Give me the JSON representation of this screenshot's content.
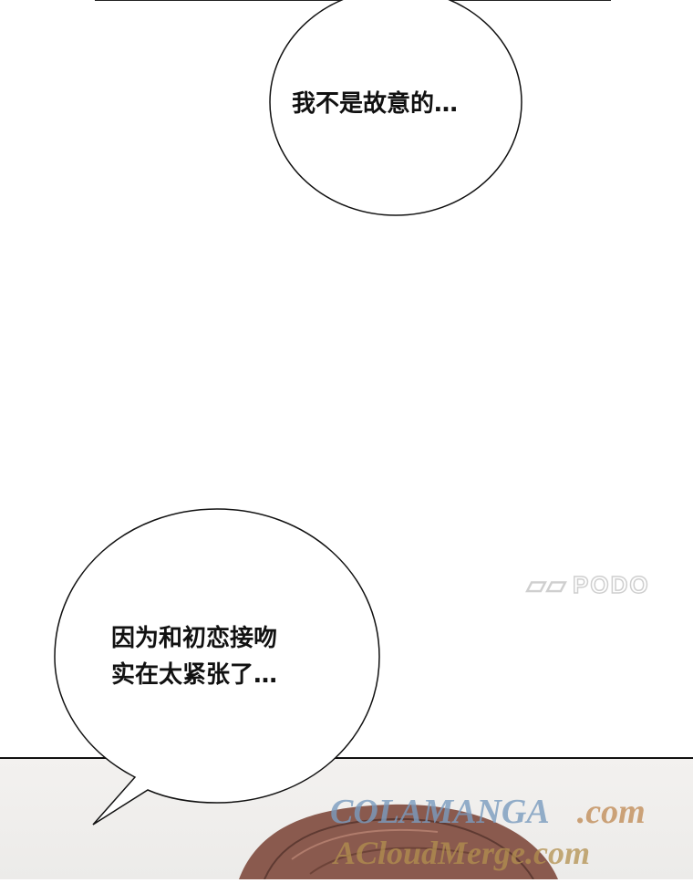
{
  "bubbles": [
    {
      "text": "我不是故意的…"
    },
    {
      "lines": [
        "因为和初恋接吻",
        "实在太紧张了…"
      ]
    }
  ],
  "watermarks": {
    "podo": "PODO",
    "cola": "COLAMANGA",
    "cola_tld": ".com",
    "acloud": "ACloudMerge.com"
  },
  "colors": {
    "background": "#ffffff",
    "ink": "#111111",
    "panel_bottom": "#efedeb",
    "hair": "#8a5a4e"
  }
}
